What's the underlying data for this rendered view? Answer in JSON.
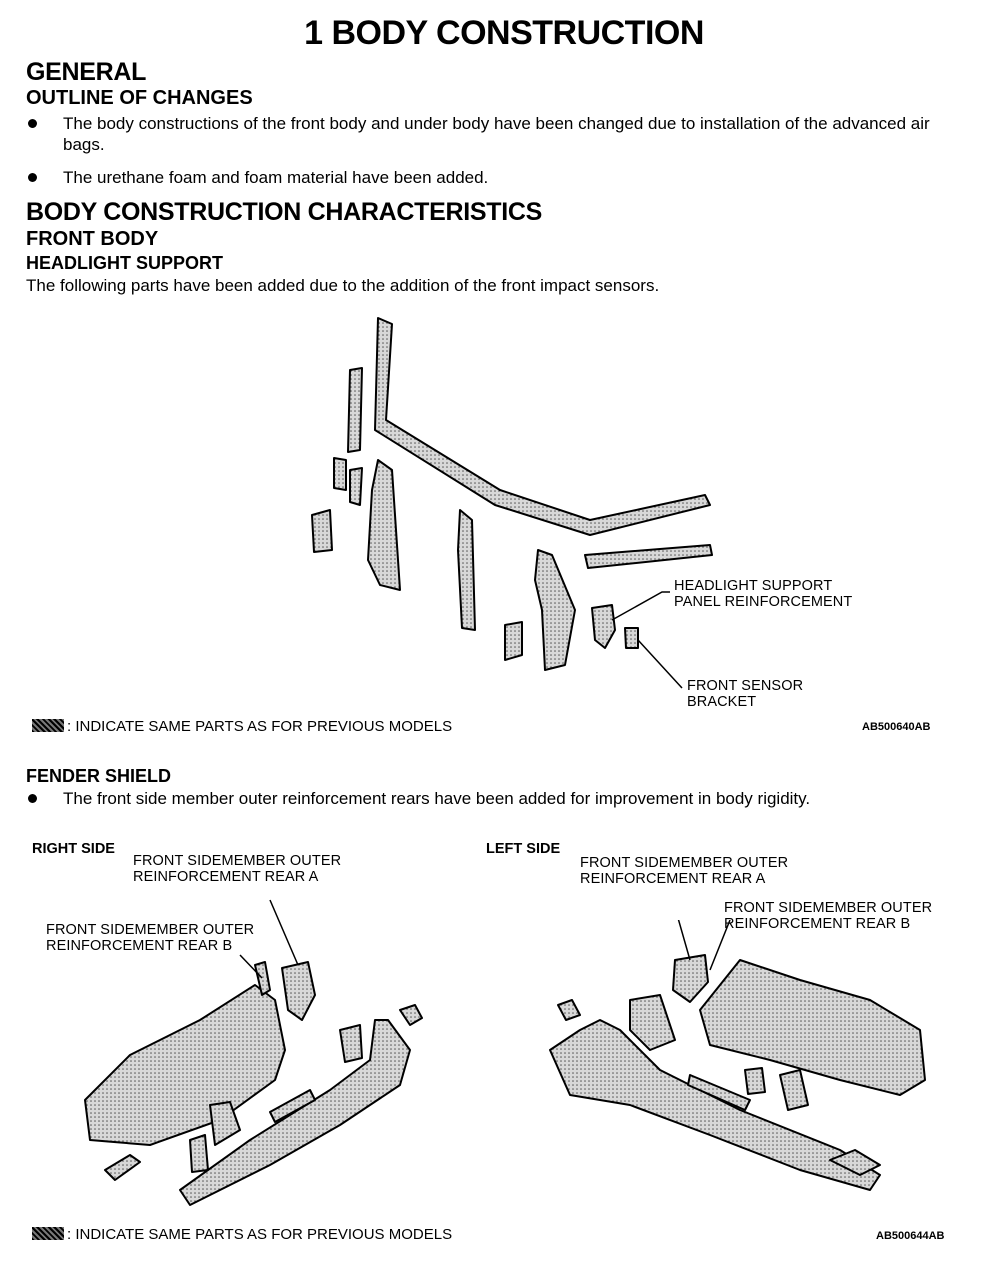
{
  "title": "1 BODY CONSTRUCTION",
  "general": {
    "heading": "GENERAL",
    "subheading": "OUTLINE OF CHANGES",
    "bullets": [
      "The body constructions of the front body and under body have been changed due to installation of the advanced air bags.",
      "The urethane foam and foam material have been added."
    ]
  },
  "characteristics": {
    "heading": "BODY CONSTRUCTION CHARACTERISTICS",
    "front_body": "FRONT BODY",
    "headlight_support": {
      "heading": "HEADLIGHT SUPPORT",
      "text": "The following parts have been added due to the addition of the front impact sensors.",
      "label_reinforcement_1": "HEADLIGHT SUPPORT",
      "label_reinforcement_2": "PANEL REINFORCEMENT",
      "label_bracket_1": "FRONT SENSOR",
      "label_bracket_2": "BRACKET",
      "note": ": INDICATE SAME PARTS AS FOR PREVIOUS MODELS",
      "figure_code": "AB500640AB"
    },
    "fender_shield": {
      "heading": "FENDER SHIELD",
      "bullet": "The front side member outer reinforcement rears have been added for improvement in body rigidity.",
      "right_side": {
        "label": "RIGHT SIDE",
        "rear_a_1": "FRONT SIDEMEMBER OUTER",
        "rear_a_2": "REINFORCEMENT REAR A",
        "rear_b_1": "FRONT SIDEMEMBER OUTER",
        "rear_b_2": "REINFORCEMENT REAR B"
      },
      "left_side": {
        "label": "LEFT SIDE",
        "rear_a_1": "FRONT SIDEMEMBER OUTER",
        "rear_a_2": "REINFORCEMENT REAR A",
        "rear_b_1": "FRONT SIDEMEMBER OUTER",
        "rear_b_2": "REINFORCEMENT REAR B"
      },
      "note": ": INDICATE SAME PARTS AS FOR PREVIOUS MODELS",
      "figure_code": "AB500644AB"
    }
  }
}
